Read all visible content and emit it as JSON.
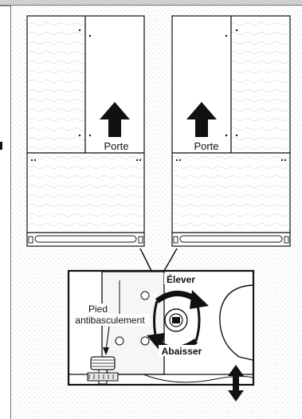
{
  "diagram": {
    "left_fridge": {
      "door_label": "Porte"
    },
    "right_fridge": {
      "door_label": "Porte"
    },
    "detail": {
      "raise_label": "Élever",
      "lower_label": "Abaisser",
      "foot_label_line1": "Pied",
      "foot_label_line2": "antibasculement"
    }
  },
  "colors": {
    "line": "#111111",
    "stipple": "#bdbdbd",
    "background": "#ffffff",
    "panel": "#f4f4f4"
  }
}
